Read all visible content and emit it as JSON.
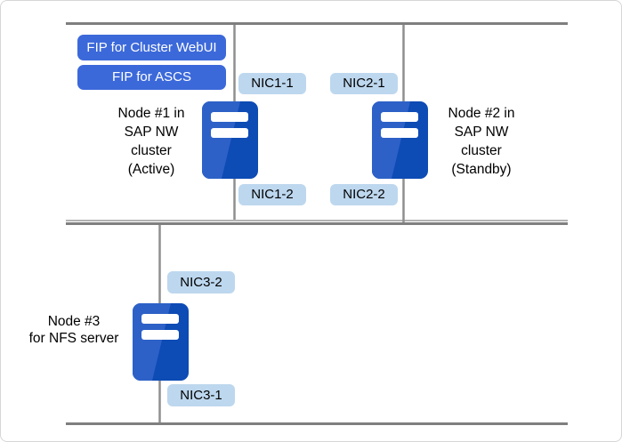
{
  "diagram": {
    "fips": [
      {
        "label": "FIP for Cluster WebUI"
      },
      {
        "label": "FIP for ASCS"
      }
    ],
    "nodes": [
      {
        "id": "node1",
        "lines": [
          "Node #1 in",
          "SAP NW",
          "cluster",
          "(Active)"
        ]
      },
      {
        "id": "node2",
        "lines": [
          "Node #2 in",
          "SAP NW",
          "cluster",
          "(Standby)"
        ]
      },
      {
        "id": "node3",
        "lines": [
          "Node #3",
          "for NFS server"
        ]
      }
    ],
    "nics": [
      {
        "id": "nic1-1",
        "label": "NIC1-1"
      },
      {
        "id": "nic1-2",
        "label": "NIC1-2"
      },
      {
        "id": "nic2-1",
        "label": "NIC2-1"
      },
      {
        "id": "nic2-2",
        "label": "NIC2-2"
      },
      {
        "id": "nic3-2",
        "label": "NIC3-2"
      },
      {
        "id": "nic3-1",
        "label": "NIC3-1"
      }
    ],
    "colors": {
      "fip_bg": "#3c69da",
      "fip_text": "#ffffff",
      "nic_bg": "#bdd7ee",
      "text_color": "#000000",
      "server_dark": "#0d4bb5",
      "server_light": "#2d61c7",
      "server_bar": "#ffffff",
      "line_dark": "#7f7f7f",
      "line_light": "#b3b3b3",
      "line_vertical": "#8f8f8f",
      "outer_border": "#d6d6d6"
    }
  }
}
